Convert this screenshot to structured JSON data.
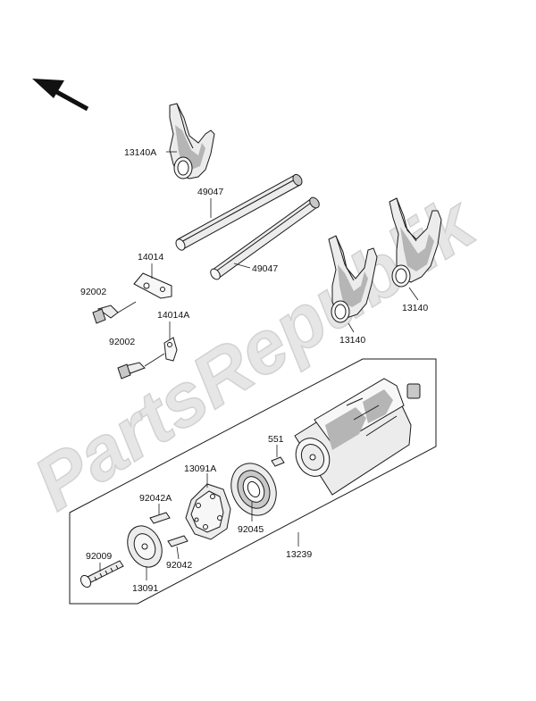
{
  "watermark": {
    "text": "PartsRepublik",
    "color": "#d2d2d2"
  },
  "direction_arrow": {
    "icon": "front-direction-arrow-icon"
  },
  "part_labels": {
    "p13140a": "13140A",
    "p49047_top": "49047",
    "p49047_bottom": "49047",
    "p14014": "14014",
    "p92002_top": "92002",
    "p14014a": "14014A",
    "p92002_bottom": "92002",
    "p13140_left": "13140",
    "p13140_right": "13140",
    "p551": "551",
    "p13091a": "13091A",
    "p92042a": "92042A",
    "p92045": "92045",
    "p92009": "92009",
    "p92042": "92042",
    "p13091": "13091",
    "p13239": "13239"
  }
}
